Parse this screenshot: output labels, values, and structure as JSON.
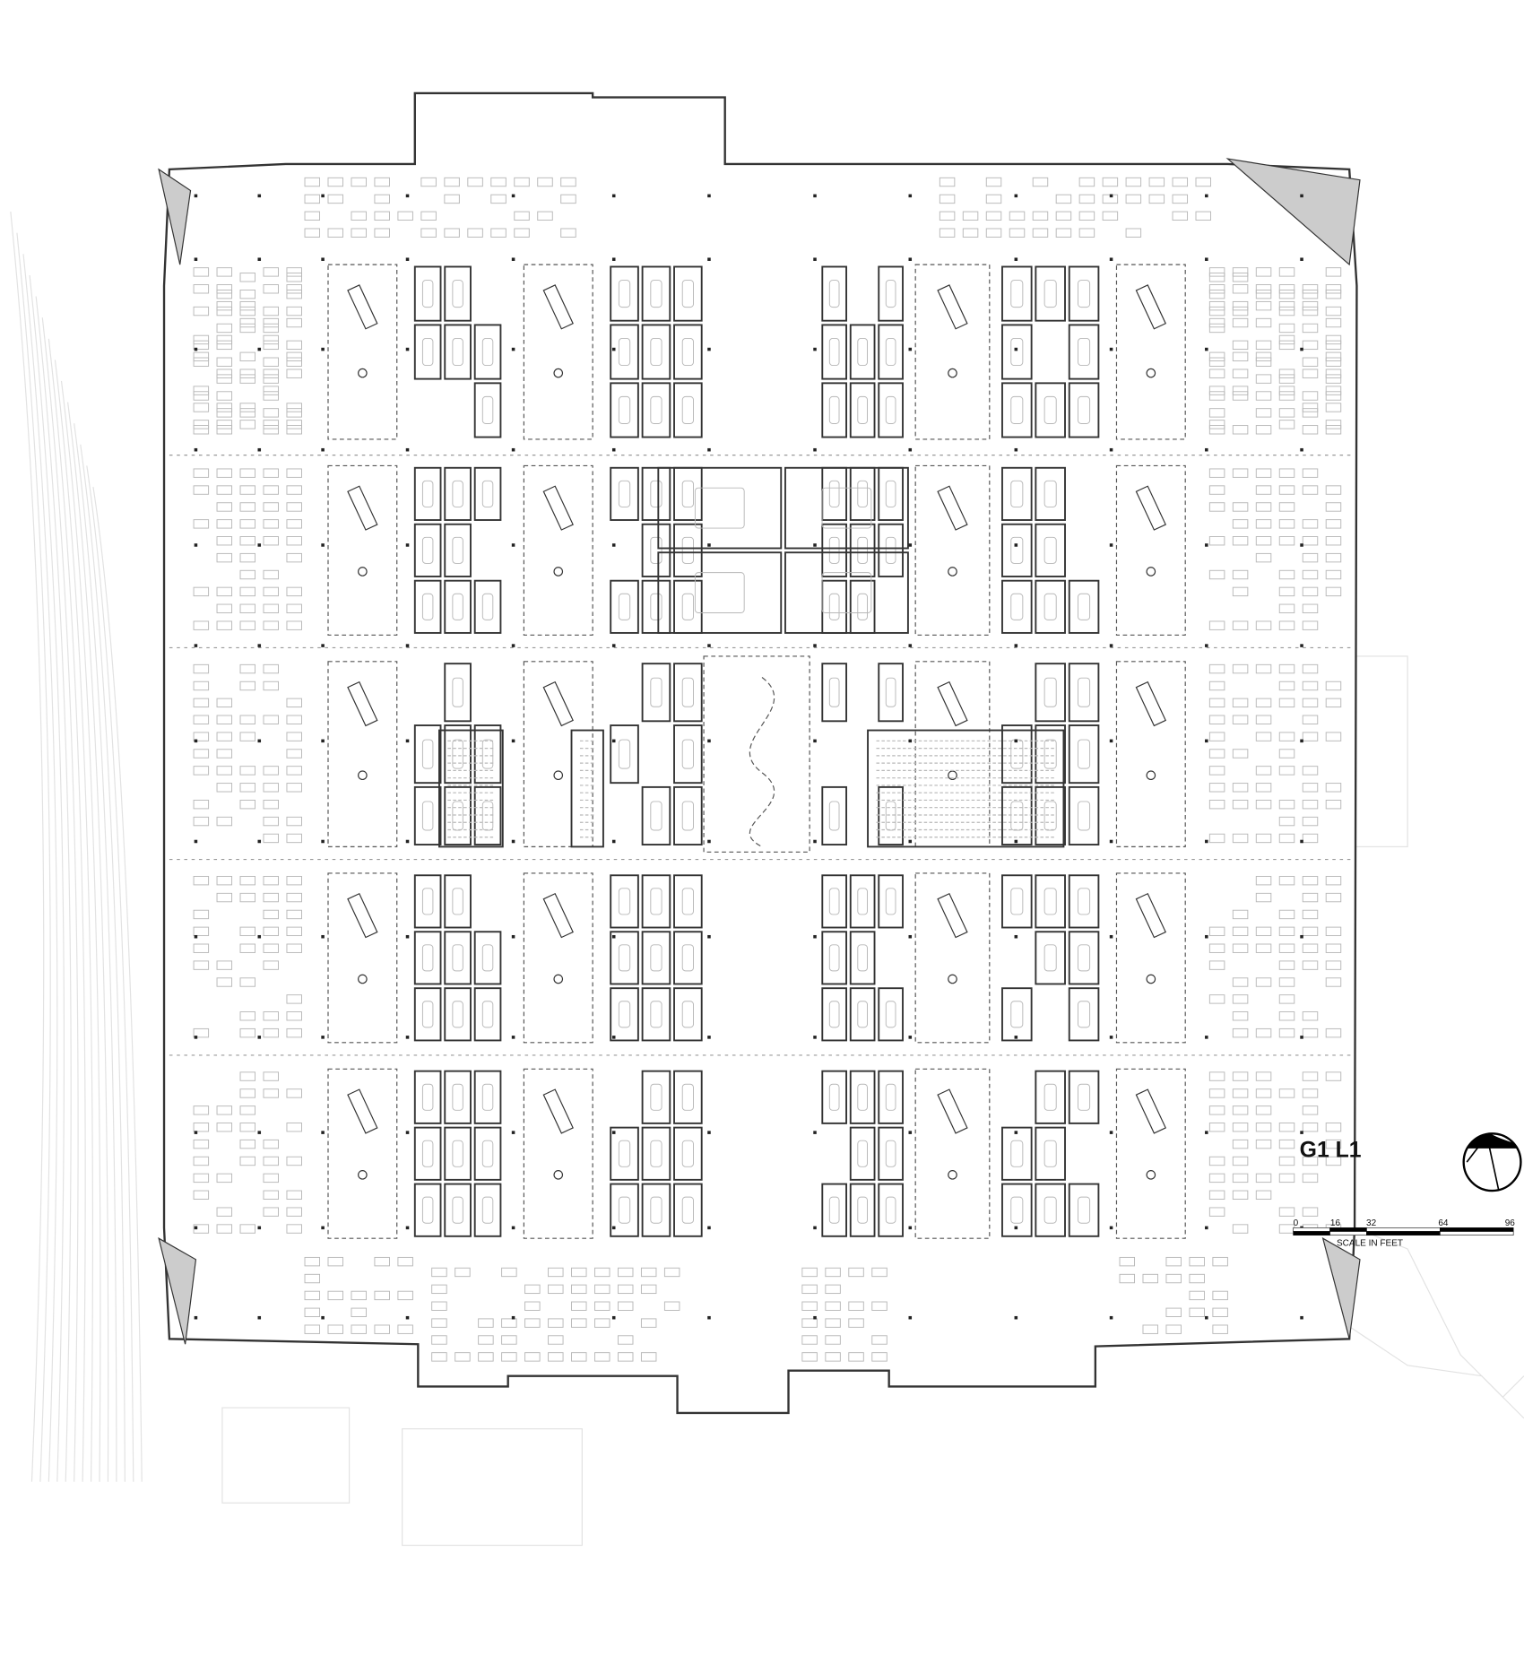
{
  "plan": {
    "title": "G1 L1",
    "north_arrow": "north-arrow-icon",
    "scale_bar": {
      "labels": [
        "0",
        "16",
        "32",
        "64",
        "96"
      ],
      "caption": "SCALE IN FEET"
    },
    "colors": {
      "wall": "#333333",
      "furniture": "#b8b8b8",
      "context": "#dddddd"
    }
  }
}
